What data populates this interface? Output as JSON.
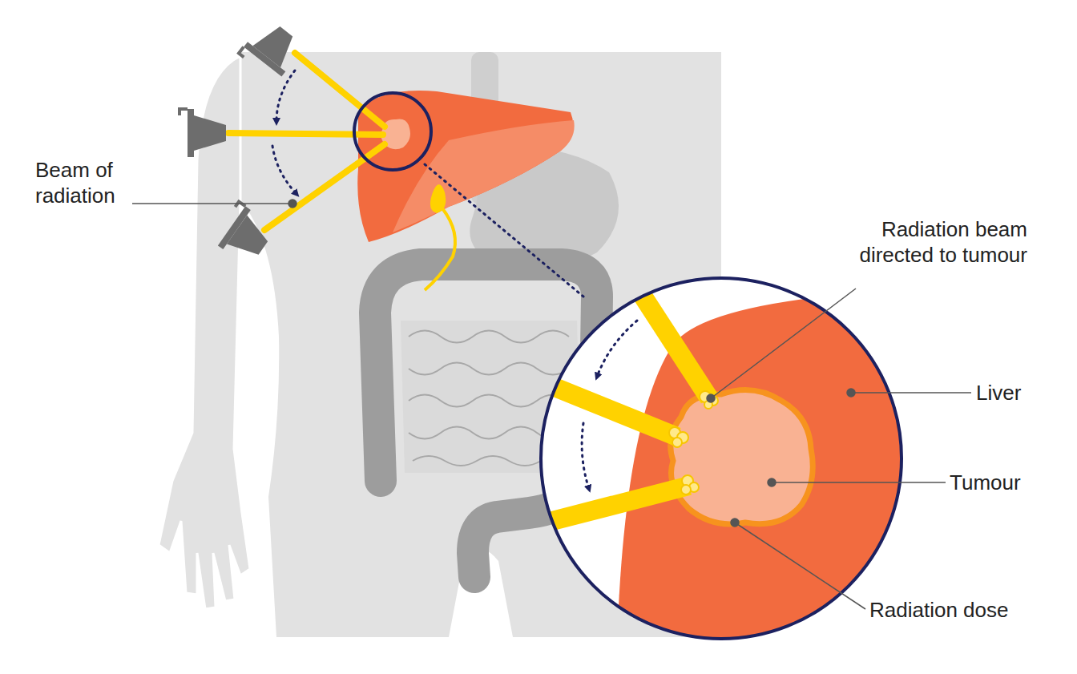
{
  "diagram": {
    "labels": [
      "Beam of radiation",
      "Radiation beam directed to tumour",
      "Liver",
      "Tumour",
      "Radiation dose"
    ]
  }
}
